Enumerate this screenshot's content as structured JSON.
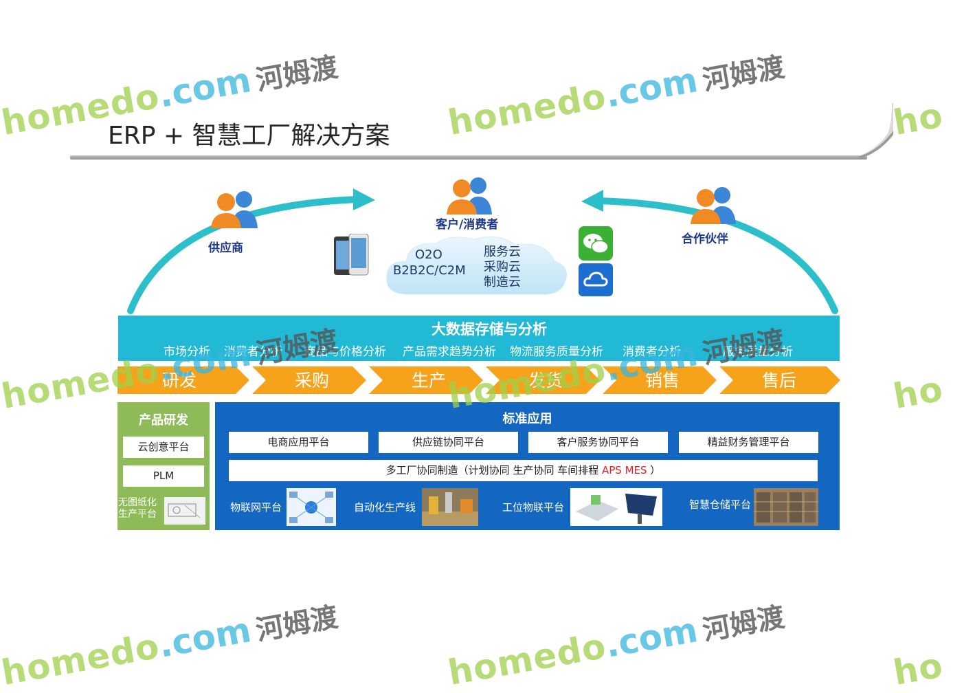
{
  "title": "ERP + 智慧工厂解决方案",
  "top": {
    "supplier": "供应商",
    "customer": "客户/消费者",
    "partner": "合作伙伴",
    "cloud_left": [
      "O2O",
      "B2B2C/C2M"
    ],
    "cloud_right": [
      "服务云",
      "采购云",
      "制造云"
    ]
  },
  "bigdata": {
    "title": "大数据存储与分析",
    "items": [
      "市场分析",
      "消费者分析",
      "商品与价格分析",
      "产品需求趋势分析",
      "物流服务质量分析",
      "消费者分析",
      "服务质量分析"
    ]
  },
  "process": [
    "研发",
    "采购",
    "生产",
    "发货",
    "销售",
    "售后"
  ],
  "rnd": {
    "title": "产品研发",
    "items": [
      "云创意平台",
      "PLM"
    ],
    "paperless": [
      "无图纸化",
      "生产平台"
    ]
  },
  "std": {
    "title": "标准应用",
    "row1": [
      "电商应用平台",
      "供应链协同平台",
      "客户服务协同平台",
      "精益财务管理平台"
    ],
    "multi_prefix": "多工厂协同制造（计划协同  生产协同  车间排程 ",
    "multi_red": "APS  MES",
    "multi_suffix": " ）",
    "platforms": [
      "物联网平台",
      "自动化生产线",
      "工位物联平台",
      "智慧仓储平台"
    ]
  },
  "watermark": {
    "brand": "homedo",
    "dot": ".com",
    "cn": "河姆渡",
    "brand_short": "ho"
  },
  "colors": {
    "cyan": "#21b9d6",
    "orange": "#f59e0b",
    "green": "#8eba58",
    "blue": "#1467c0"
  }
}
